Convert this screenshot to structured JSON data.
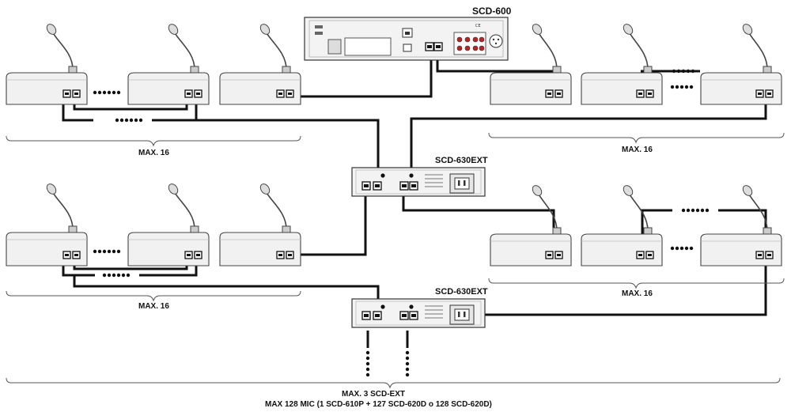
{
  "main_unit": {
    "label": "SCD-600",
    "jack_icons": [
      "rj45-port-icon",
      "xlr-socket-icon"
    ]
  },
  "ext_units": [
    {
      "label": "SCD-630EXT"
    },
    {
      "label": "SCD-630EXT"
    }
  ],
  "group_labels": [
    "MAX. 16",
    "MAX. 16",
    "MAX. 16",
    "MAX. 16"
  ],
  "footer": {
    "line1": "MAX. 3 SCD-EXT",
    "line2": "MAX 128 MIC (1 SCD-610P + 127 SCD-620D o 128 SCD-620D)"
  },
  "continuation_marks": "•••••••",
  "colors": {
    "cable": "#111111",
    "device_fill": "#f1f1f1",
    "device_stroke": "#444444",
    "bracket": "#555555"
  }
}
